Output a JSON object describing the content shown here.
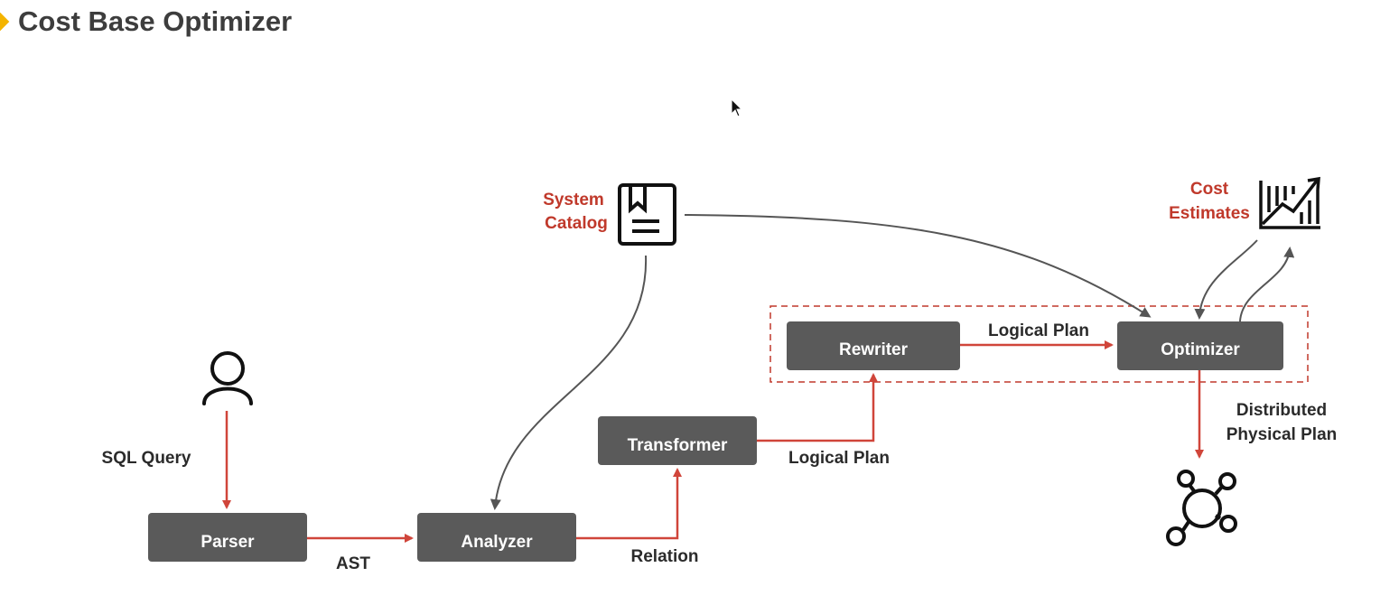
{
  "title": "Cost Base Optimizer",
  "nodes": {
    "parser": "Parser",
    "analyzer": "Analyzer",
    "transformer": "Transformer",
    "rewriter": "Rewriter",
    "optimizer": "Optimizer"
  },
  "edges": {
    "sql_query": "SQL Query",
    "ast": "AST",
    "relation": "Relation",
    "logical_plan_1": "Logical Plan",
    "logical_plan_2": "Logical Plan",
    "distributed_line1": "Distributed",
    "distributed_line2": "Physical Plan"
  },
  "inputs": {
    "system_catalog_line1": "System",
    "system_catalog_line2": "Catalog",
    "cost_estimates_line1": "Cost",
    "cost_estimates_line2": "Estimates"
  },
  "icons": [
    "title-marker",
    "user-icon",
    "catalog-document-icon",
    "cost-chart-icon",
    "network-hub-icon",
    "mouse-cursor-icon"
  ],
  "colors": {
    "node_fill": "#5a5a5a",
    "edge_red": "#d0453a",
    "label_red": "#c0392b",
    "edge_gray": "#555555",
    "title_marker": "#f4b400"
  }
}
